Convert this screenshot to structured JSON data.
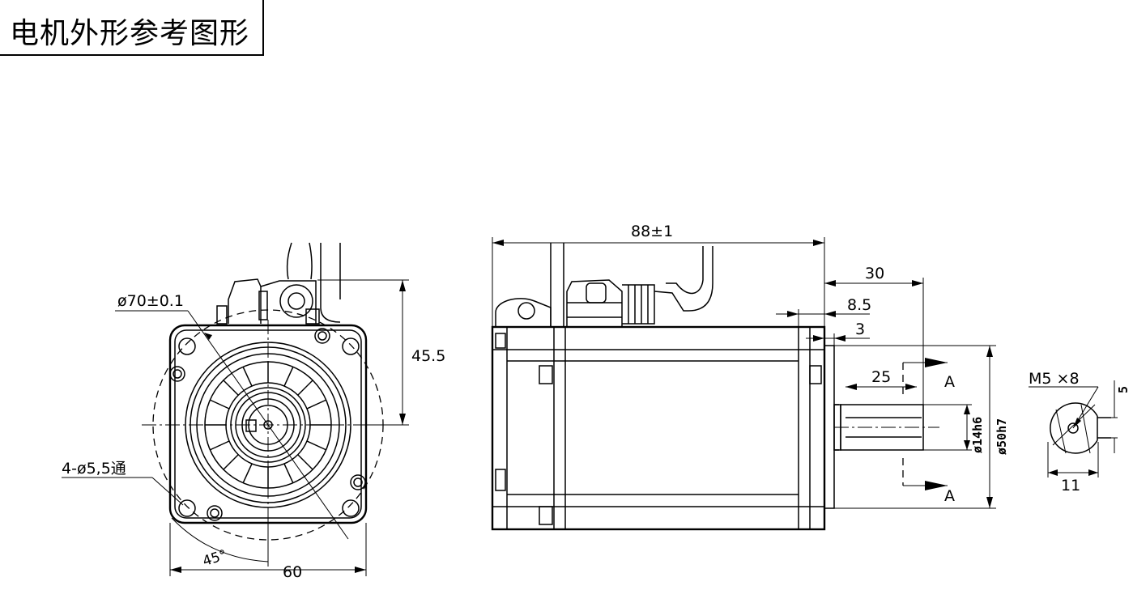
{
  "title": "电机外形参考图形",
  "dimensions": {
    "flange_circle": "ø70±0.1",
    "height_45_5": "45.5",
    "mount_holes": "4-ø5,5通",
    "angle": "45°",
    "flange_square": "60",
    "total_length": "88±1",
    "shaft_length": "30",
    "flange_thickness": "8.5",
    "pilot_depth": "3",
    "key_length": "25",
    "section_a_top": "A",
    "section_a_bottom": "A",
    "shaft_dia": "ø14h6",
    "pilot_dia": "ø50h7",
    "thread": "M5 ×8",
    "key_height": "5",
    "key_width": "11"
  }
}
